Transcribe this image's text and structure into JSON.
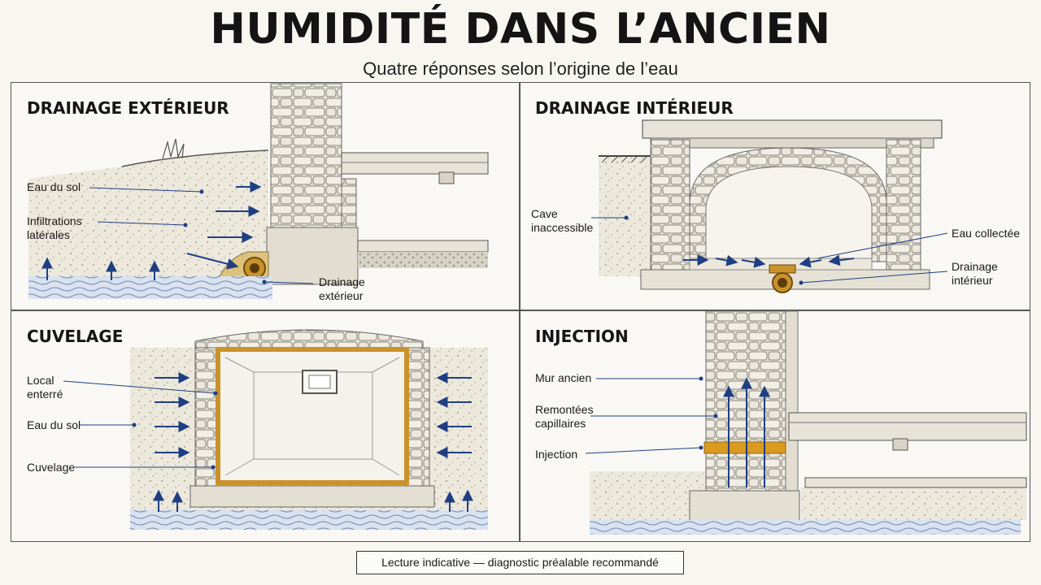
{
  "header": {
    "title": "HUMIDITÉ DANS L’ANCIEN",
    "subtitle": "Quatre réponses selon l’origine de l’eau"
  },
  "panels": {
    "drainage_exterieur": {
      "title": "DRAINAGE EXTÉRIEUR",
      "labels": [
        "Eau du sol",
        "Infiltrations latérales",
        "Drainage extérieur"
      ]
    },
    "drainage_interieur": {
      "title": "DRAINAGE INTÉRIEUR",
      "labels": [
        "Cave inaccessible",
        "Eau collectée",
        "Drainage intérieur"
      ]
    },
    "cuvelage": {
      "title": "CUVELAGE",
      "labels": [
        "Local enterré",
        "Eau du sol",
        "Cuvelage"
      ]
    },
    "injection": {
      "title": "INJECTION",
      "labels": [
        "Mur ancien",
        "Remontées capillaires",
        "Injection"
      ]
    }
  },
  "footer": {
    "note": "Lecture indicative — diagnostic préalable recommandé"
  },
  "colors": {
    "arrow": "#1f3f82",
    "accent": "#d99a1e",
    "stone": "#ddd8cb",
    "soil": "#e9e4d6",
    "water": "#8fa6c8"
  }
}
